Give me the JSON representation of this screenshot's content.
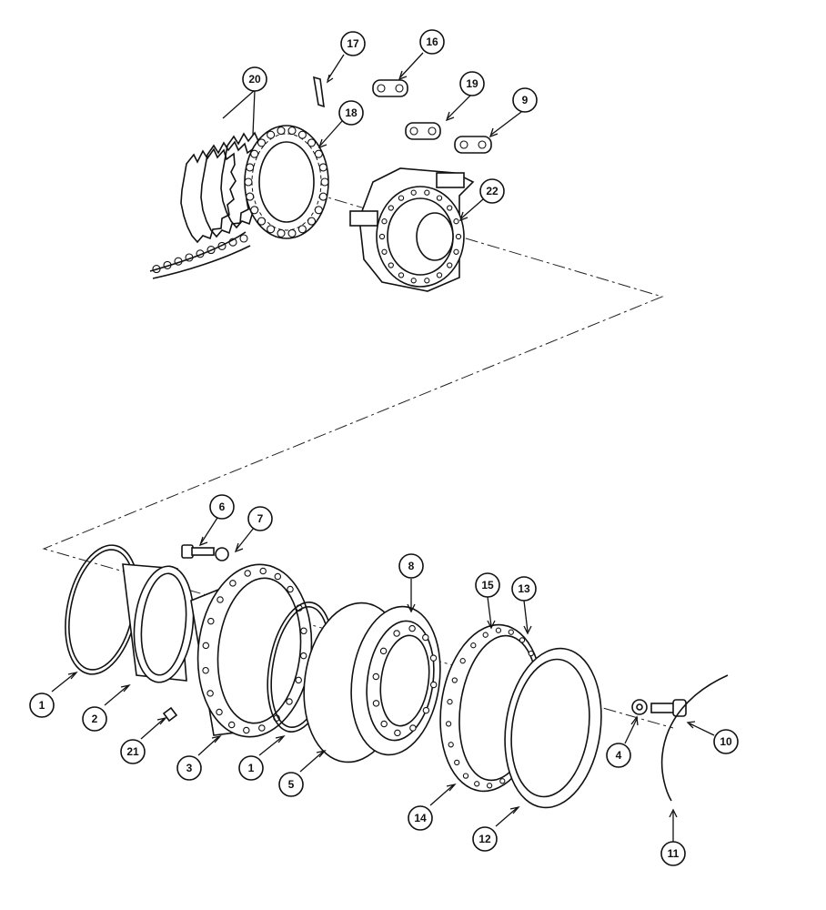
{
  "diagram": {
    "callouts": [
      {
        "id": "c17",
        "label": "17",
        "name": "callout-17"
      },
      {
        "id": "c16",
        "label": "16",
        "name": "callout-16"
      },
      {
        "id": "c20",
        "label": "20",
        "name": "callout-20"
      },
      {
        "id": "c19",
        "label": "19",
        "name": "callout-19"
      },
      {
        "id": "c9",
        "label": "9",
        "name": "callout-9"
      },
      {
        "id": "c18",
        "label": "18",
        "name": "callout-18"
      },
      {
        "id": "c22",
        "label": "22",
        "name": "callout-22"
      },
      {
        "id": "c6",
        "label": "6",
        "name": "callout-6"
      },
      {
        "id": "c7",
        "label": "7",
        "name": "callout-7"
      },
      {
        "id": "c8",
        "label": "8",
        "name": "callout-8"
      },
      {
        "id": "c15",
        "label": "15",
        "name": "callout-15"
      },
      {
        "id": "c13",
        "label": "13",
        "name": "callout-13"
      },
      {
        "id": "c1a",
        "label": "1",
        "name": "callout-1-left"
      },
      {
        "id": "c2",
        "label": "2",
        "name": "callout-2"
      },
      {
        "id": "c21",
        "label": "21",
        "name": "callout-21"
      },
      {
        "id": "c3",
        "label": "3",
        "name": "callout-3"
      },
      {
        "id": "c1b",
        "label": "1",
        "name": "callout-1-right"
      },
      {
        "id": "c5",
        "label": "5",
        "name": "callout-5"
      },
      {
        "id": "c4",
        "label": "4",
        "name": "callout-4"
      },
      {
        "id": "c10",
        "label": "10",
        "name": "callout-10"
      },
      {
        "id": "c14",
        "label": "14",
        "name": "callout-14"
      },
      {
        "id": "c12",
        "label": "12",
        "name": "callout-12"
      },
      {
        "id": "c11",
        "label": "11",
        "name": "callout-11"
      }
    ]
  }
}
